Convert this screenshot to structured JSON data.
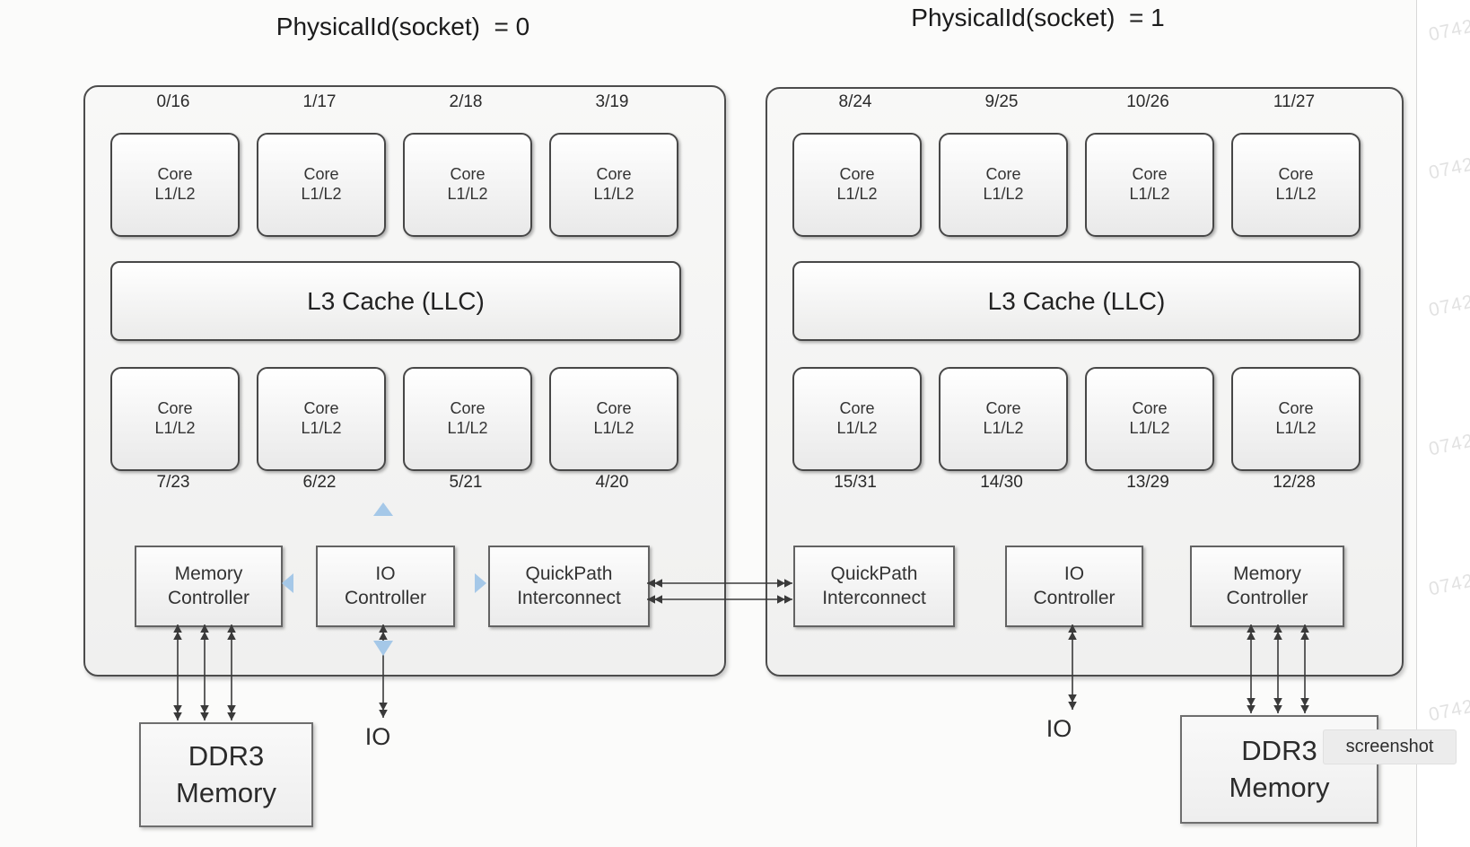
{
  "labels": {
    "core": {
      "line1": "Core",
      "line2": "L1/L2"
    },
    "l3": "L3 Cache (LLC)",
    "memory_controller": {
      "line1": "Memory",
      "line2": "Controller"
    },
    "io_controller": {
      "line1": "IO",
      "line2": "Controller"
    },
    "quickpath": {
      "line1": "QuickPath",
      "line2": "Interconnect"
    },
    "ddr3": {
      "line1": "DDR3",
      "line2": "Memory"
    },
    "io": "IO"
  },
  "sockets": [
    {
      "title": "PhysicalId(socket)  = 0",
      "top_ids": [
        "0/16",
        "1/17",
        "2/18",
        "3/19"
      ],
      "bottom_ids": [
        "7/23",
        "6/22",
        "5/21",
        "4/20"
      ]
    },
    {
      "title": "PhysicalId(socket)  = 1",
      "top_ids": [
        "8/24",
        "9/25",
        "10/26",
        "11/27"
      ],
      "bottom_ids": [
        "15/31",
        "14/30",
        "13/29",
        "12/28"
      ]
    }
  ],
  "overlay": {
    "tooltip": "screenshot",
    "watermark": "0742"
  },
  "colors": {
    "accent_blue": "#a5c8e8",
    "arrow": "#3a3a3a",
    "watermark": "#e2e2e2",
    "divider": "#d8d8d8"
  }
}
